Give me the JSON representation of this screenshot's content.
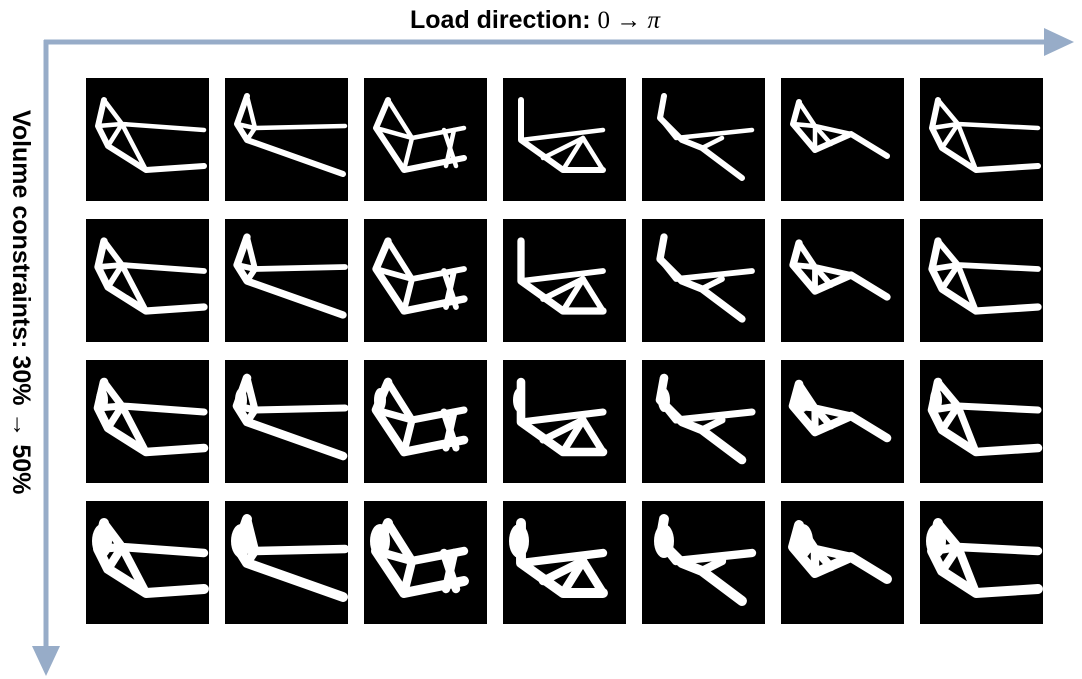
{
  "figure": {
    "x_axis": {
      "label": "Load direction:",
      "expr_start": "0",
      "arrow": "→",
      "expr_end": "π"
    },
    "y_axis": {
      "label": "Volume constraints: 30% → 50%"
    },
    "colors": {
      "axis_arrow": "#97acc8",
      "cell_background": "#000000",
      "structure": "#ffffff"
    },
    "grid": {
      "rows": 4,
      "columns": 7,
      "column_variable": "load direction",
      "row_variable": "volume constraint",
      "cells_depict": "white topology-optimized truss structures on black background"
    }
  }
}
